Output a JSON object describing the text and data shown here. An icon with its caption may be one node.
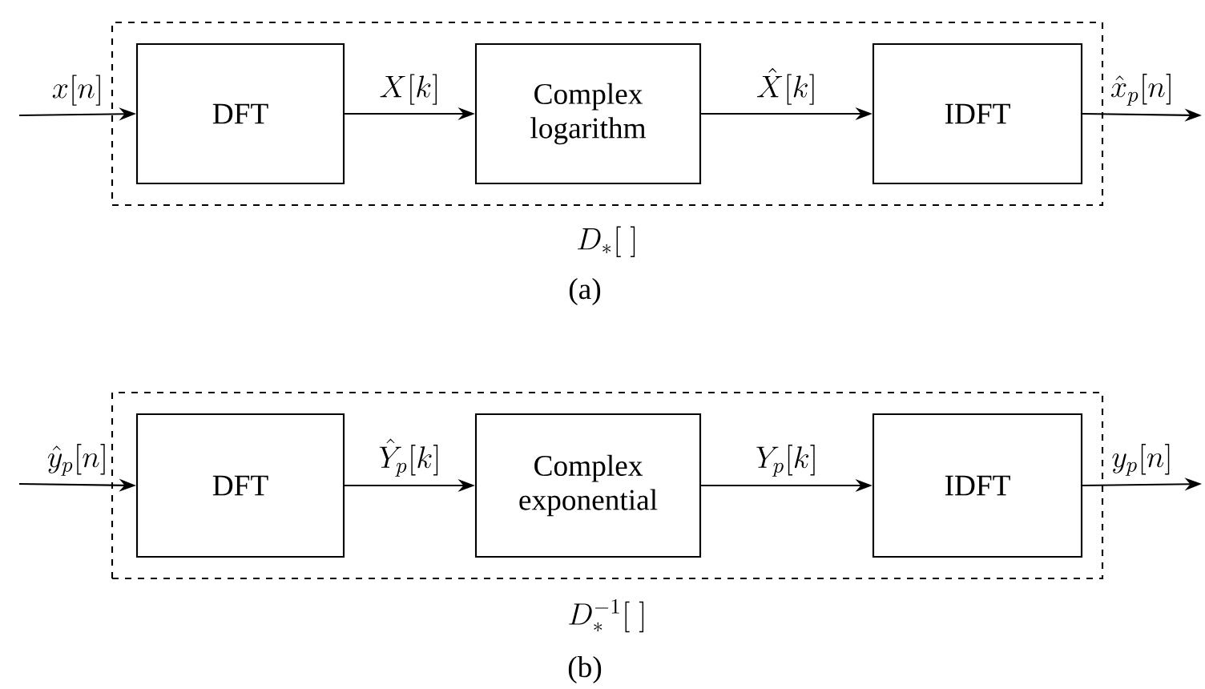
{
  "diagram": {
    "nodes": [
      {
        "text": [
          "D_*[\\;]"
        ]
      },
      {
        "text": [
          "DFT"
        ],
        "in": 0
      },
      {
        "text": [
          "Complex logarithm"
        ],
        "in": 0
      },
      {
        "text": [
          "IDFT"
        ],
        "in": 0
      },
      {
        "text": [
          "D_*^{-1}[\\;]"
        ]
      },
      {
        "text": [
          "DFT"
        ],
        "in": 4
      },
      {
        "text": [
          "Complex exponential"
        ],
        "in": 4
      },
      {
        "text": [
          "IDFT"
        ],
        "in": 4
      }
    ],
    "edges": [
      {
        "from": null,
        "to": 1,
        "arrow": "to",
        "label": "x[n]"
      },
      {
        "from": 1,
        "to": 2,
        "arrow": "to",
        "label": "X[k]"
      },
      {
        "from": 2,
        "to": 3,
        "arrow": "to",
        "label": "\\hat{X}[k]"
      },
      {
        "from": 3,
        "to": null,
        "arrow": "to",
        "label": "\\hat{x}_p[n]"
      },
      {
        "from": null,
        "to": 5,
        "arrow": "to",
        "label": "\\hat{y}_p[n]"
      },
      {
        "from": 5,
        "to": 6,
        "arrow": "to",
        "label": "\\hat{Y}_p[k]"
      },
      {
        "from": 6,
        "to": 7,
        "arrow": "to",
        "label": "Y_p[k]"
      },
      {
        "from": 7,
        "to": null,
        "arrow": "to",
        "label": "y_p[n]"
      }
    ],
    "labels": [
      "(a)",
      "(b)"
    ]
  }
}
